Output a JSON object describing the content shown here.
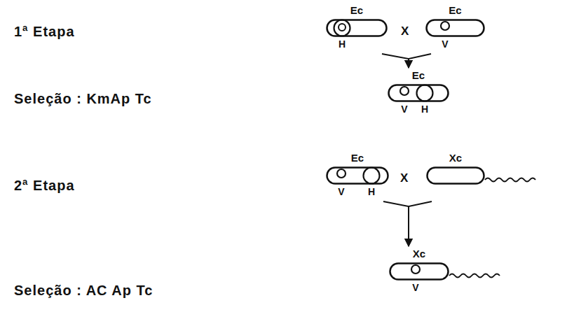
{
  "diagram": {
    "nodes": [
      {
        "text": [
          "Ec"
        ]
      },
      {
        "text": [
          "H"
        ],
        "in": 0
      },
      {
        "text": [
          "Ec"
        ]
      },
      {
        "text": [
          "V"
        ],
        "in": 2
      },
      {
        "text": [
          "Ec"
        ]
      },
      {
        "text": [
          "V"
        ],
        "in": 4
      },
      {
        "text": [
          "H"
        ],
        "in": 4
      },
      {
        "text": [
          "Ec"
        ]
      },
      {
        "text": [
          "V"
        ],
        "in": 7
      },
      {
        "text": [
          "H"
        ],
        "in": 7
      },
      {
        "text": [
          "Xc"
        ]
      },
      {
        "text": [
          "Xc"
        ]
      },
      {
        "text": [
          "V"
        ],
        "in": 11
      }
    ],
    "edges": [
      {
        "from": 0,
        "to": 4,
        "arrow": "to"
      },
      {
        "from": 2,
        "to": 4,
        "arrow": "to"
      },
      {
        "from": 7,
        "to": 11,
        "arrow": "to"
      },
      {
        "from": 10,
        "to": 11,
        "arrow": "to"
      }
    ],
    "labels": [
      "1ª Etapa",
      "Seleção : KmAp Tc",
      "2ª Etapa",
      "Seleção : AC Ap Tc",
      "X",
      "X"
    ]
  }
}
